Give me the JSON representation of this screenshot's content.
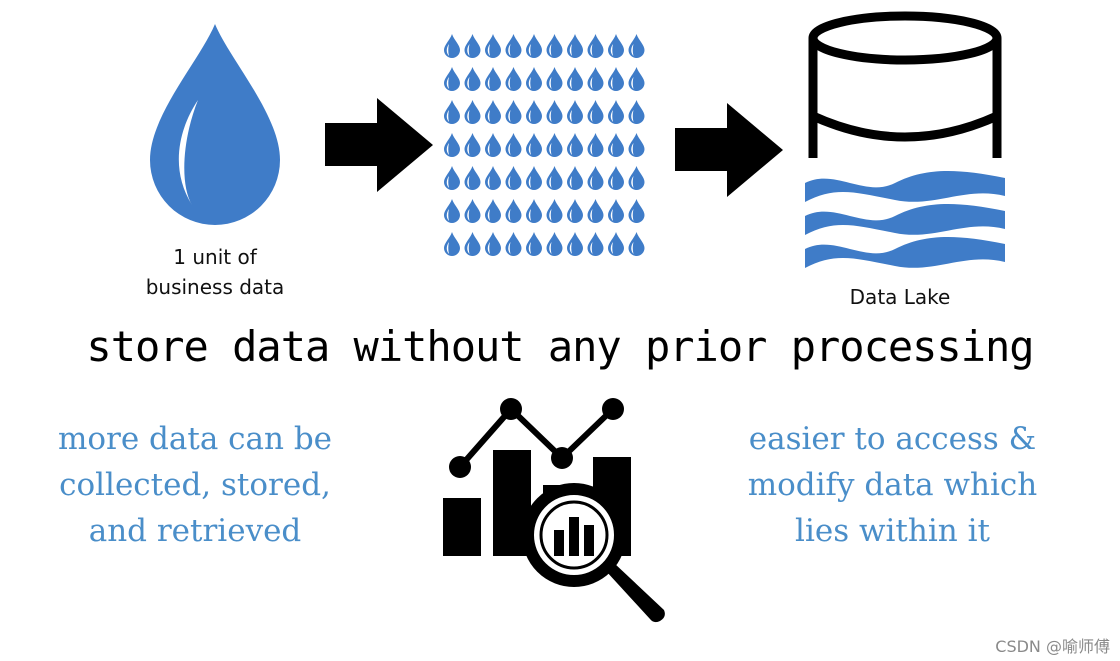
{
  "colors": {
    "water": "#3f7cc8",
    "text_blue": "#4a8ec9",
    "ink": "#000000"
  },
  "icons": {
    "single": "water-drop-icon",
    "many": "water-drops-grid-icon",
    "lake": "data-lake-icon",
    "analytics": "chart-magnifier-icon",
    "arrow": "right-arrow-icon"
  },
  "drop_caption": [
    "1 unit of",
    "business data"
  ],
  "lake_caption": "Data Lake",
  "tagline": "store data without any prior processing",
  "left_note": [
    "more data can be",
    "collected, stored,",
    "and retrieved"
  ],
  "right_note": [
    "easier to access &",
    "modify data which",
    "lies within it"
  ],
  "watermark": "CSDN @喻师傅"
}
